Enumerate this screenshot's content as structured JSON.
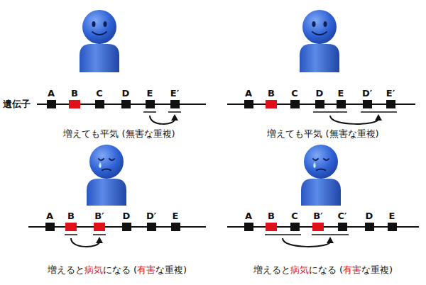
{
  "diagram": {
    "nodes": [
      {
        "text": [
          "A"
        ]
      },
      {
        "text": [
          "B"
        ]
      },
      {
        "text": [
          "C"
        ]
      },
      {
        "text": [
          "D"
        ]
      },
      {
        "text": [
          "E"
        ]
      },
      {
        "text": [
          "E′"
        ]
      },
      {
        "text": [
          "A"
        ]
      },
      {
        "text": [
          "B"
        ]
      },
      {
        "text": [
          "C"
        ]
      },
      {
        "text": [
          "D"
        ]
      },
      {
        "text": [
          "E"
        ]
      },
      {
        "text": [
          "D′"
        ]
      },
      {
        "text": [
          "E′"
        ]
      },
      {
        "text": [
          "A"
        ]
      },
      {
        "text": [
          "B"
        ]
      },
      {
        "text": [
          "B′"
        ]
      },
      {
        "text": [
          "D"
        ]
      },
      {
        "text": [
          "D′"
        ]
      },
      {
        "text": [
          "E"
        ]
      },
      {
        "text": [
          "A"
        ]
      },
      {
        "text": [
          "B"
        ]
      },
      {
        "text": [
          "C"
        ]
      },
      {
        "text": [
          "B′"
        ]
      },
      {
        "text": [
          "C′"
        ]
      },
      {
        "text": [
          "D"
        ]
      },
      {
        "text": [
          "E"
        ]
      }
    ],
    "edges": [
      {
        "from": 4,
        "to": 5,
        "arrow": "to"
      },
      {
        "from": 9,
        "to": 11,
        "arrow": "to"
      },
      {
        "from": 14,
        "to": 15,
        "arrow": "to"
      },
      {
        "from": 20,
        "to": 22,
        "arrow": "to"
      }
    ],
    "labels": [
      "遺伝子",
      "増えても平気 (無害な重複)",
      "増えても平気 (無害な重複)",
      "増えると",
      "病気",
      "になる (",
      "有害",
      "な重複)",
      "増えると",
      "病気",
      "になる (",
      "有害",
      "な重複)"
    ]
  }
}
